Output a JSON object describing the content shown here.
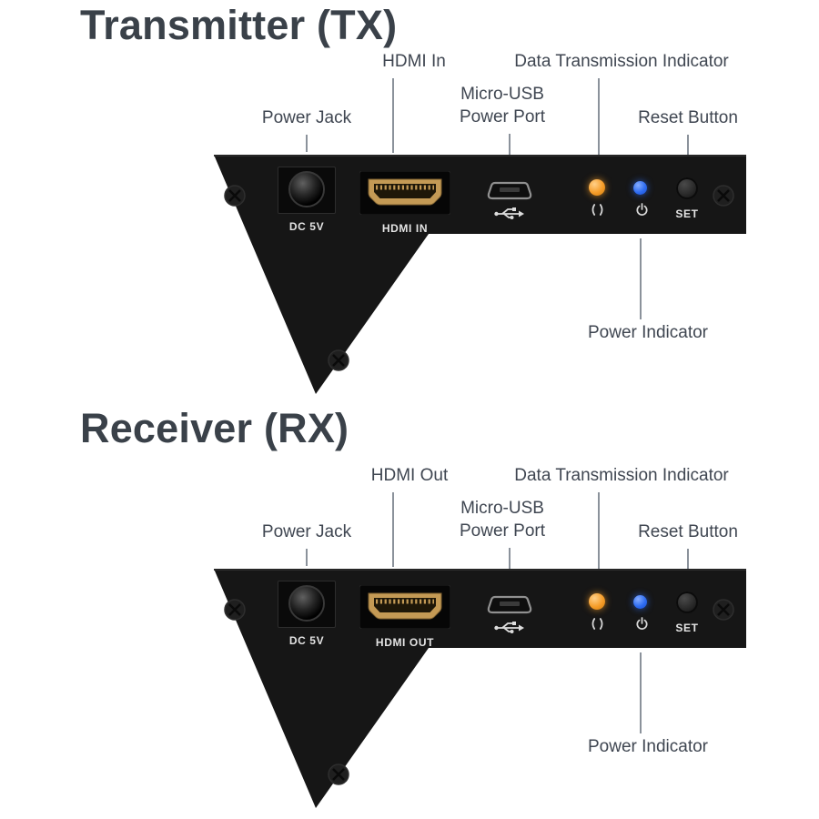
{
  "page": {
    "background": "#ffffff"
  },
  "colors": {
    "title_text": "#3a4149",
    "label_text": "#3f4651",
    "leader_line": "#8b929b",
    "device_body": "#161616",
    "hdmi_connector_gold": "#c49a55",
    "data_led_orange": "#f59c28",
    "power_led_blue": "#2e6cf2"
  },
  "icons": {
    "usb": "usb-trident-icon",
    "data_transmission": "signal-arcs-icon",
    "power": "power-standby-icon",
    "screw": "phillips-screw-icon"
  },
  "tx": {
    "title": "Transmitter (TX)",
    "labels": {
      "hdmi": "HDMI In",
      "data_indicator": "Data Transmission Indicator",
      "usb_line1": "Micro-USB",
      "usb_line2": "Power Port",
      "power_jack": "Power Jack",
      "reset": "Reset Button",
      "power_indicator": "Power Indicator"
    },
    "panel": {
      "power_jack_label": "DC 5V",
      "hdmi_label": "HDMI IN",
      "reset_label": "SET"
    }
  },
  "rx": {
    "title": "Receiver (RX)",
    "labels": {
      "hdmi": "HDMI Out",
      "data_indicator": "Data Transmission Indicator",
      "usb_line1": "Micro-USB",
      "usb_line2": "Power Port",
      "power_jack": "Power Jack",
      "reset": "Reset Button",
      "power_indicator": "Power Indicator"
    },
    "panel": {
      "power_jack_label": "DC 5V",
      "hdmi_label": "HDMI OUT",
      "reset_label": "SET"
    }
  }
}
